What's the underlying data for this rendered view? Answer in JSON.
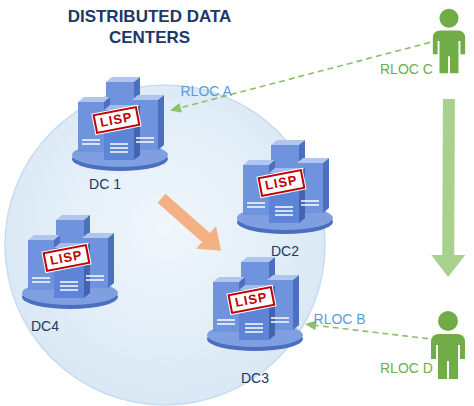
{
  "diagram": {
    "nodes": [
      {
        "text": [
          "DISTRIBUTED DATA CENTERS"
        ]
      },
      {
        "text": [
          "LISP",
          "DC 1"
        ],
        "in": 0
      },
      {
        "text": [
          "LISP",
          "DC2"
        ],
        "in": 0
      },
      {
        "text": [
          "LISP",
          "DC4"
        ],
        "in": 0
      },
      {
        "text": [
          "LISP",
          "DC3"
        ],
        "in": 0
      },
      {
        "text": [
          "RLOC C"
        ]
      },
      {
        "text": [
          "RLOC D"
        ]
      }
    ],
    "edges": [
      {
        "from": 5,
        "to": 1,
        "arrow": "to",
        "label": "RLOC A"
      },
      {
        "from": 1,
        "to": 4,
        "arrow": "to"
      },
      {
        "from": 5,
        "to": 6,
        "arrow": "to"
      },
      {
        "from": 6,
        "to": 4,
        "arrow": "to",
        "label": "RLOC B"
      }
    ]
  }
}
